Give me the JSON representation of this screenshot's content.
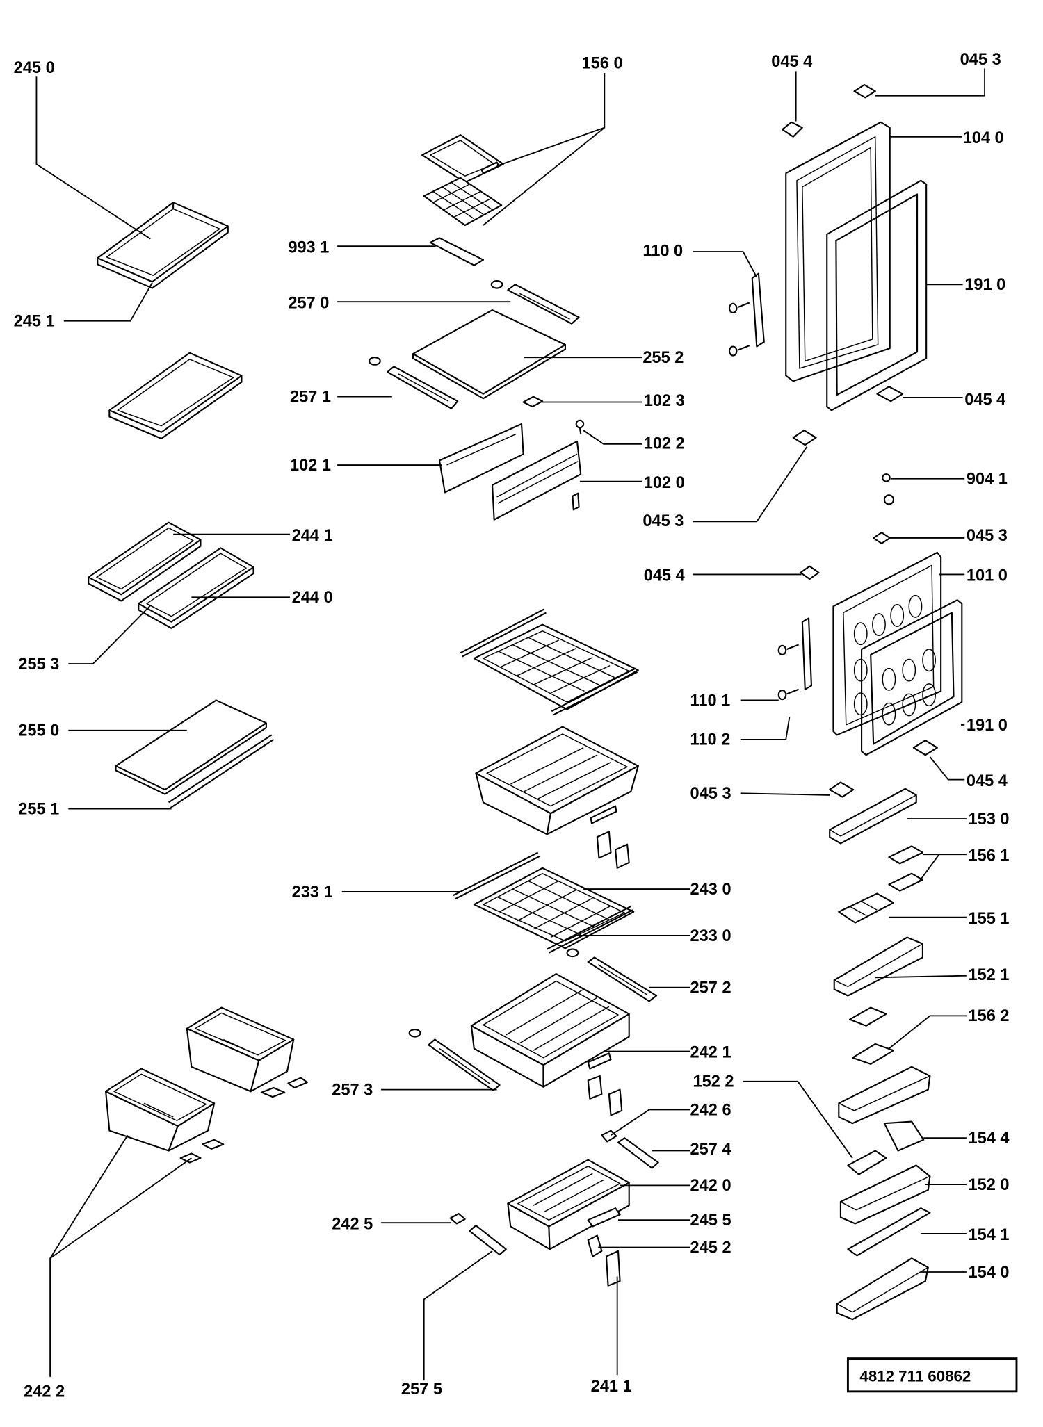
{
  "colors": {
    "ink": "#000000",
    "background": "#ffffff"
  },
  "callouts": [
    "245 0",
    "156 0",
    "045 4",
    "045 3",
    "104 0",
    "993 1",
    "110 0",
    "191 0",
    "257 0",
    "245 1",
    "255 2",
    "257 1",
    "102 3",
    "045 4",
    "102 2",
    "102 1",
    "102 0",
    "904 1",
    "045 3",
    "244 1",
    "045 3",
    "045 4",
    "101 0",
    "244 0",
    "255 3",
    "110 1",
    "191 0",
    "255 0",
    "110 2",
    "045 4",
    "045 3",
    "255 1",
    "153 0",
    "156 1",
    "233 1",
    "243 0",
    "155 1",
    "233 0",
    "152 1",
    "257 2",
    "156 2",
    "242 1",
    "152 2",
    "257 3",
    "242 6",
    "154 4",
    "257 4",
    "242 0",
    "152 0",
    "242 5",
    "245 5",
    "154 1",
    "245 2",
    "154 0",
    "242 2",
    "257 5",
    "241 1"
  ],
  "part_number": "4812 711 60862"
}
